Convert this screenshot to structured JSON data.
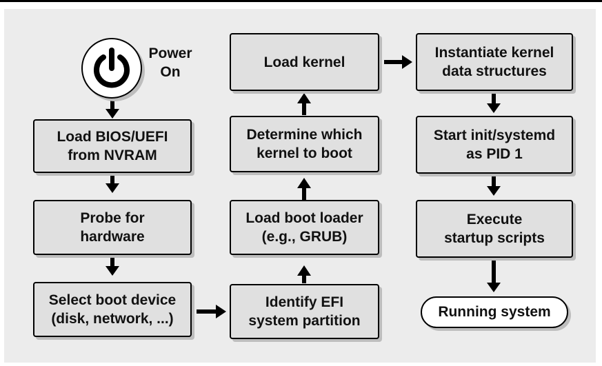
{
  "power": {
    "line1": "Power",
    "line2": "On"
  },
  "steps": {
    "load_bios": [
      "Load BIOS/UEFI",
      "from NVRAM"
    ],
    "probe": [
      "Probe for",
      "hardware"
    ],
    "select_boot": [
      "Select boot device",
      "(disk, network, ...)"
    ],
    "identify_efi": [
      "Identify EFI",
      "system partition"
    ],
    "load_loader": [
      "Load boot loader",
      "(e.g., GRUB)"
    ],
    "determine_kernel": [
      "Determine which",
      "kernel to boot"
    ],
    "load_kernel": [
      "Load kernel"
    ],
    "instantiate": [
      "Instantiate kernel",
      "data structures"
    ],
    "start_init": {
      "prefix": "Start ",
      "init": "init",
      "slash": "/",
      "systemd": "systemd",
      "line2": "as PID 1"
    },
    "execute": [
      "Execute",
      "startup scripts"
    ]
  },
  "end": "Running system"
}
